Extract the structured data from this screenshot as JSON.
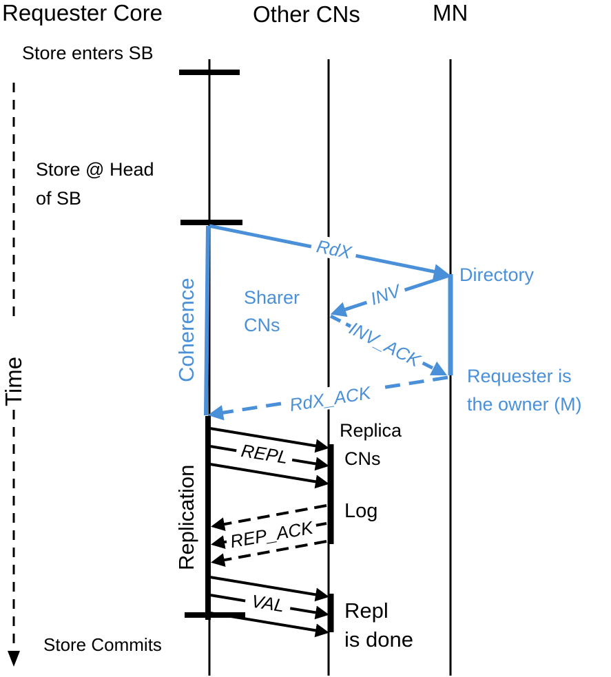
{
  "headers": {
    "requester_core": "Requester Core",
    "other_cns": "Other CNs",
    "mn": "MN"
  },
  "labels": {
    "store_enters_sb": "Store enters SB",
    "store_head_line1": "Store @  Head",
    "store_head_line2": "of  SB",
    "time": "Time",
    "coherence": "Coherence",
    "replication": "Replication",
    "directory": "Directory",
    "sharer_line1": "Sharer",
    "sharer_line2": "CNs",
    "owner_line1": "Requester is",
    "owner_line2": "the owner (M)",
    "replica_line1": "Replica",
    "replica_line2": "CNs",
    "log": "Log",
    "repl_done_line1": "Repl",
    "repl_done_line2": "is done",
    "store_commits": "Store Commits"
  },
  "messages": {
    "rdx": "RdX",
    "inv": "INV",
    "inv_ack": "INV_ACK",
    "rdx_ack": "RdX_ACK",
    "repl": "REPL",
    "rep_ack": "REP_ACK",
    "val": "VAL"
  },
  "colors": {
    "black": "#000000",
    "blue": "#4a90d9"
  }
}
